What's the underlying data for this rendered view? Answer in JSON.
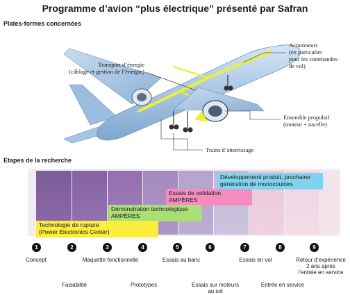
{
  "title": "Programme d’avion “plus électrique” présenté par Safran",
  "sections": {
    "platforms": "Plates-formes concernées",
    "research": "Etapes de la recherche"
  },
  "callouts": {
    "actionneurs": [
      "Actionneurs",
      "(en particulier",
      "pour les commandes",
      "de vol)"
    ],
    "transport": [
      "Transport d’énergie",
      "(câblage et gestion de l’énergie)"
    ],
    "propulsif": [
      "Ensemble propulsif",
      "(moteur + nacelle)"
    ],
    "trains": [
      "Trains d’atterrissage"
    ]
  },
  "bars": {
    "developpement": [
      "Développement produit, prochaine",
      "génération de monocouloirs"
    ],
    "validation": [
      "Essais de validation",
      "AMPÈRES"
    ],
    "demonstration": [
      "Démonstration technologique",
      "AMPÈRES"
    ],
    "rupture": [
      "Technologie de rupture",
      "(Power Electronics Center)"
    ]
  },
  "milestones": [
    {
      "num": "1",
      "label": [
        "Concept"
      ]
    },
    {
      "num": "2",
      "label": [
        "Maquette fonctionnelle"
      ]
    },
    {
      "num": "3",
      "label": []
    },
    {
      "num": "4",
      "label": []
    },
    {
      "num": "5",
      "label": [
        "Essais au banc"
      ]
    },
    {
      "num": "6",
      "label": []
    },
    {
      "num": "7",
      "label": [
        "Essais en vol"
      ]
    },
    {
      "num": "8",
      "label": []
    },
    {
      "num": "9",
      "label": [
        "Retour d’expérience",
        "2 ans après",
        "l’entrée en service"
      ]
    }
  ],
  "phases": [
    [
      "Faisabilité"
    ],
    [
      "Prototypes"
    ],
    [
      "Essais sur moteurs",
      "au sol"
    ],
    [
      "Entrée en service"
    ]
  ],
  "colors": {
    "developpement": "#7fd3ee",
    "validation": "#f58cc0",
    "demonstration": "#a9df74",
    "rupture": "#fbed3a",
    "airframe": "#a9c8e8",
    "highlight": "#e9f03a"
  }
}
